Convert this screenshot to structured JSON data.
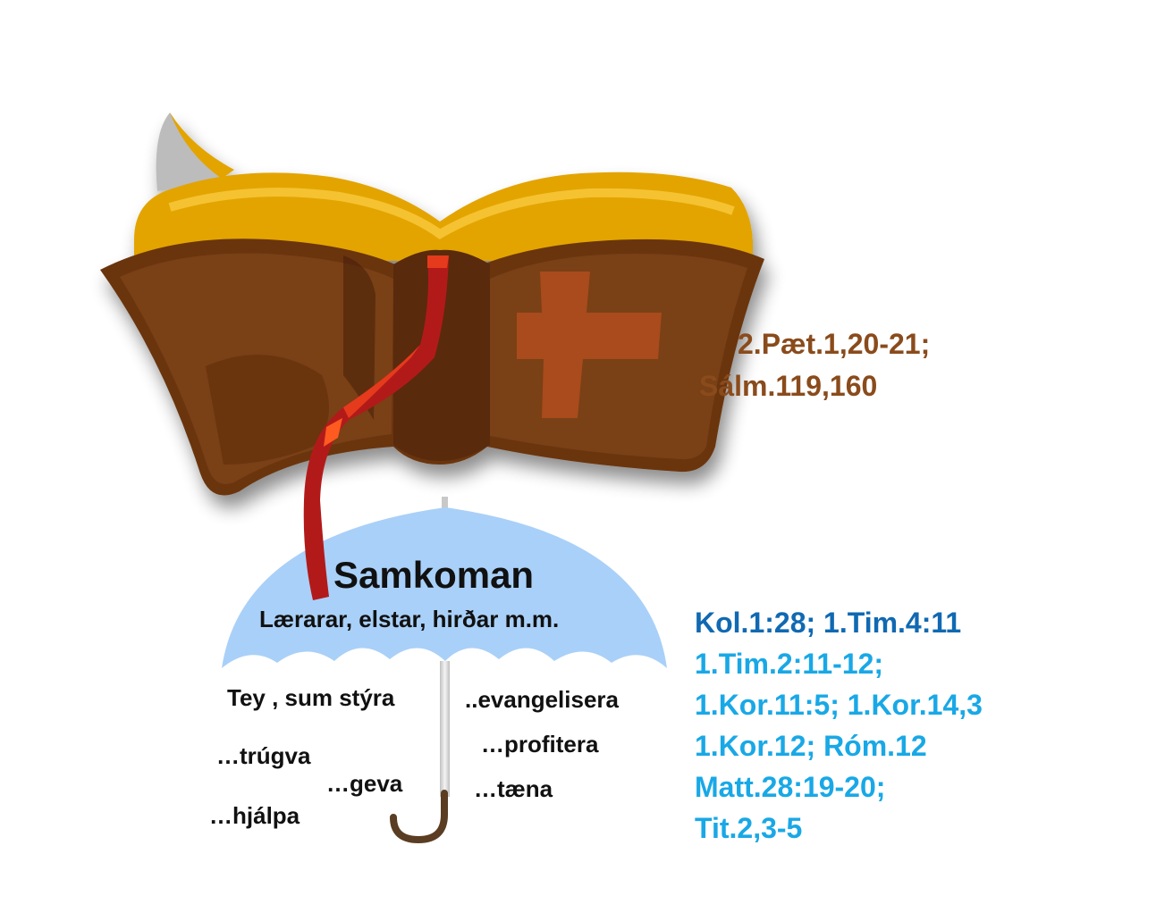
{
  "bible": {
    "references": [
      "2.Pæt.1,20-21;",
      "Sálm.119,160"
    ],
    "ref_color": "#8a4b1c"
  },
  "umbrella": {
    "title": "Samkoman",
    "subtitle": "Lærarar, elstar, hirðar m.m.",
    "canopy_color": "#a9d0f8"
  },
  "activities": {
    "lead": "Tey , sum stýra",
    "items": [
      "..evangelisera",
      "…profitera",
      "…trúgva",
      "…geva",
      "…tæna",
      "…hjálpa"
    ]
  },
  "scripture_refs": {
    "lines": [
      "Kol.1:28; 1.Tim.4:11",
      "1.Tim.2:11-12;",
      "1.Kor.11:5; 1.Kor.14,3",
      "1.Kor.12; Róm.12",
      "Matt.28:19-20;",
      "Tit.2,3-5"
    ],
    "first_line_color": "#1069b2",
    "other_lines_color": "#19a8e6"
  },
  "icons": [
    "bible-icon",
    "cross-icon",
    "bookmark-ribbon-icon",
    "umbrella-icon"
  ]
}
